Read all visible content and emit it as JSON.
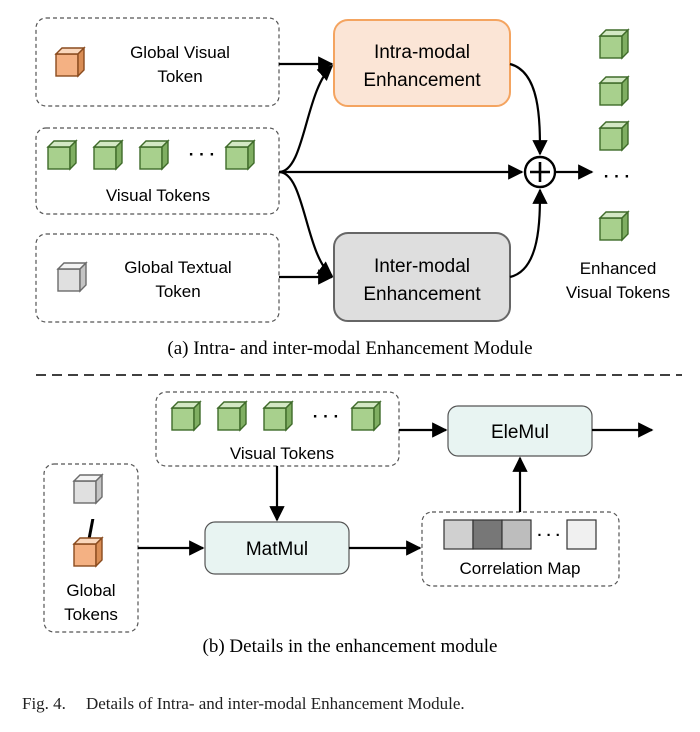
{
  "part_a": {
    "global_visual_token": [
      "Global Visual",
      "Token"
    ],
    "visual_tokens": "Visual Tokens",
    "global_textual_token": [
      "Global Textual",
      "Token"
    ],
    "intra_modal": [
      "Intra-modal",
      "Enhancement"
    ],
    "inter_modal": [
      "Inter-modal",
      "Enhancement"
    ],
    "enhanced_visual_tokens": [
      "Enhanced",
      "Visual Tokens"
    ],
    "dots": "· · ·",
    "caption": "(a) Intra- and inter-modal Enhancement Module"
  },
  "part_b": {
    "visual_tokens": "Visual Tokens",
    "global_tokens": [
      "Global",
      "Tokens"
    ],
    "slash": "/",
    "matmul": "MatMul",
    "elemul": "EleMul",
    "correlation_map": "Correlation Map",
    "dots": "· · ·",
    "caption": "(b) Details in the enhancement module"
  },
  "figure_caption": {
    "number": "Fig. 4.",
    "text": "Details of Intra- and inter-modal Enhancement Module."
  },
  "colors": {
    "token_green": "#a8d08d",
    "token_orange": "#f4b183",
    "token_gray": "#e0e0e0",
    "intra_fill": "#fbe5d6",
    "intra_stroke": "#f4a460",
    "inter_fill": "#dedede",
    "op_fill": "#e8f4f2",
    "heat": [
      "#d0d0d0",
      "#777777",
      "#bdbdbd",
      "#f0f0f0"
    ]
  }
}
